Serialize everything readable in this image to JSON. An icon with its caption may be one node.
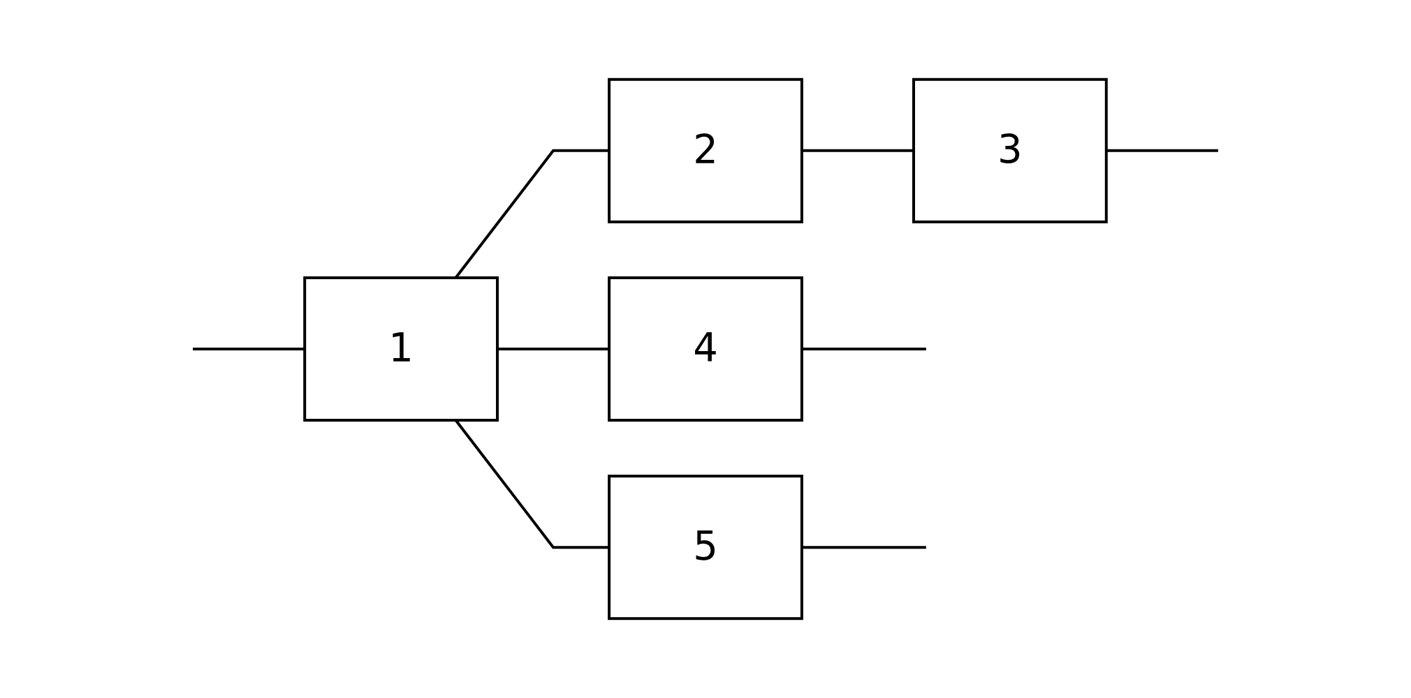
{
  "diagram": {
    "nodes": [
      {
        "text": [
          "1"
        ]
      },
      {
        "text": [
          "2"
        ]
      },
      {
        "text": [
          "3"
        ]
      },
      {
        "text": [
          "4"
        ]
      },
      {
        "text": [
          "5"
        ]
      }
    ],
    "edges": [
      {
        "from": null,
        "to": 0,
        "arrow": "none"
      },
      {
        "from": 0,
        "to": 1,
        "arrow": "none"
      },
      {
        "from": 1,
        "to": 2,
        "arrow": "none"
      },
      {
        "from": 0,
        "to": 3,
        "arrow": "none"
      },
      {
        "from": 0,
        "to": 4,
        "arrow": "none"
      },
      {
        "from": 2,
        "to": null,
        "arrow": "none"
      },
      {
        "from": 3,
        "to": null,
        "arrow": "none"
      },
      {
        "from": 4,
        "to": null,
        "arrow": "none"
      }
    ]
  }
}
